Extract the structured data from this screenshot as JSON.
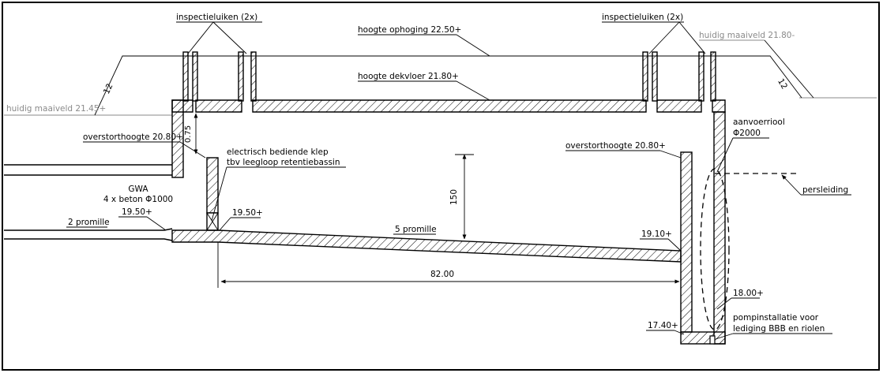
{
  "labels": {
    "inspectieluiken_left": "inspectieluiken (2x)",
    "inspectieluiken_right": "inspectieluiken (2x)",
    "hoogte_ophoging": "hoogte ophoging 22.50+",
    "hoogte_dekvloer": "hoogte dekvloer 21.80+",
    "huidig_maaiveld_left": "huidig maaiveld 21.45+",
    "huidig_maaiveld_right": "huidig maaiveld 21.80-",
    "overstorthoogte_left": "overstorthoogte 20.80+",
    "overstorthoogte_right": "overstorthoogte 20.80+",
    "klep_line1": "electrisch bediende klep",
    "klep_line2": "tbv leegloop retentiebassin",
    "gwa_line1": "GWA",
    "gwa_line2": "4 x beton Φ1000",
    "promille_2": "2 promille",
    "promille_5": "5 promille",
    "level_1950_left": "19.50+",
    "level_1950_right": "19.50+",
    "level_1910": "19.10+",
    "level_1800": "18.00+",
    "level_1740": "17.40+",
    "aanvoerriool_line1": "aanvoerriool",
    "aanvoerriool_line2": "Φ2000",
    "persleiding": "persleiding",
    "pomp_line1": "pompinstallatie voor",
    "pomp_line2": "lediging BBB en riolen"
  },
  "dimensions": {
    "slope_left": "12",
    "slope_right": "12",
    "height_075": "0.75",
    "height_150": "150",
    "length_8200": "82.00"
  }
}
